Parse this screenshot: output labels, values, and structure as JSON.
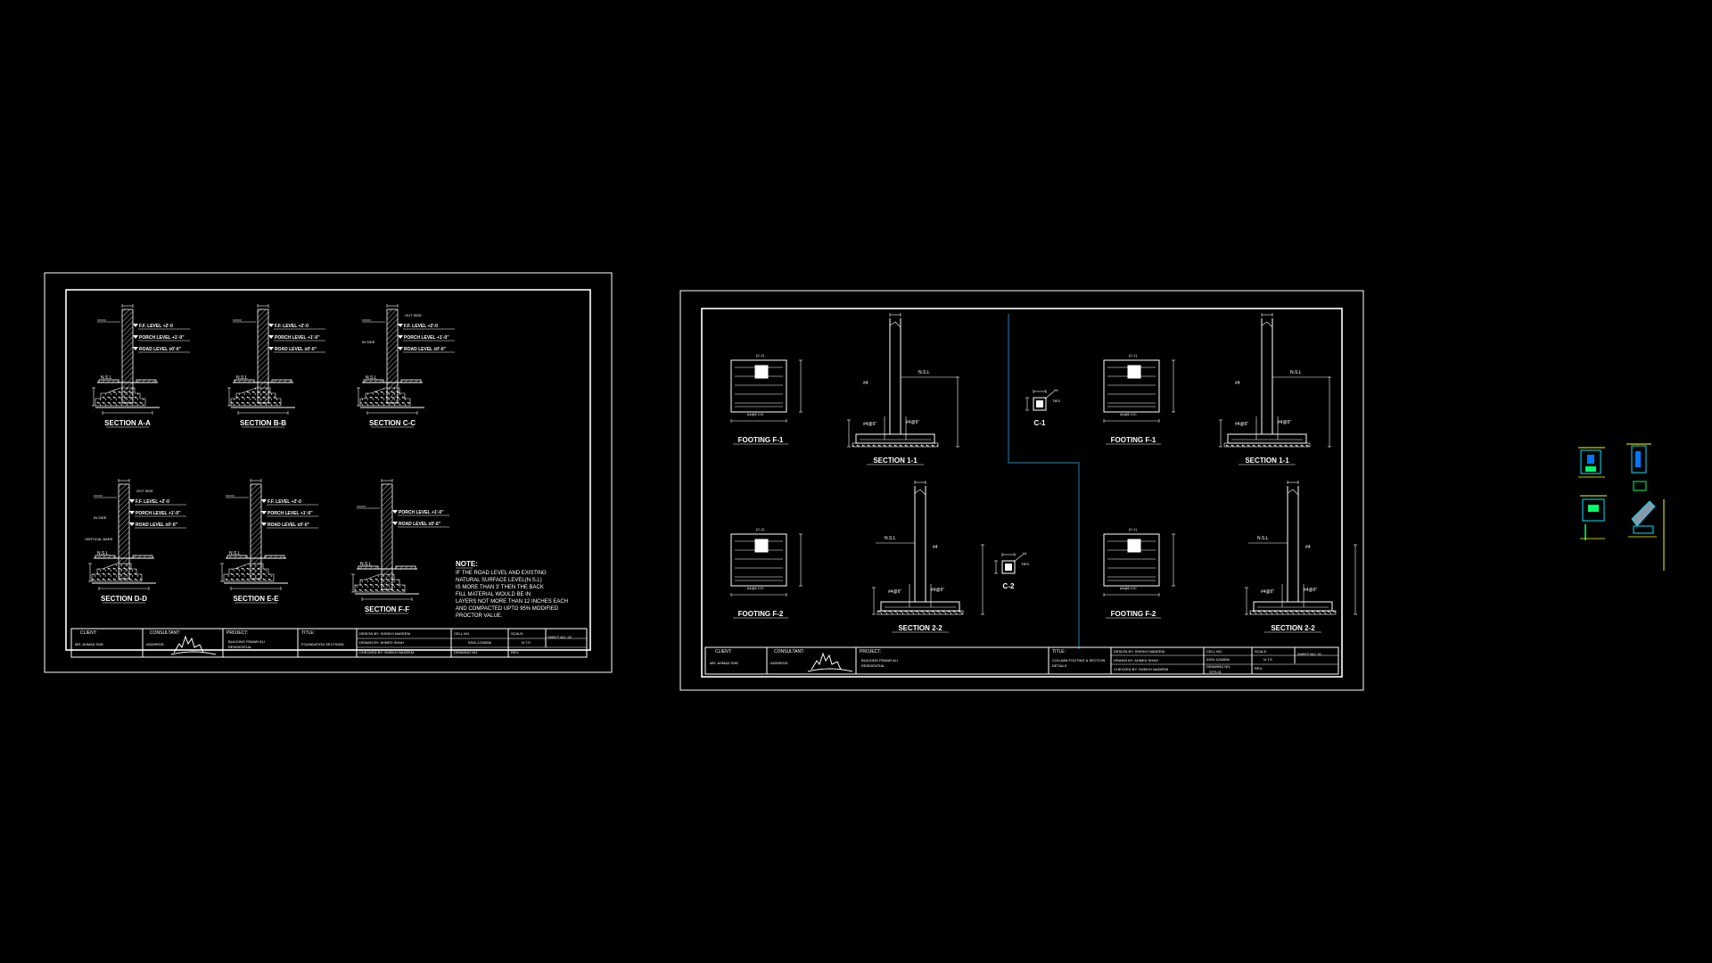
{
  "sheet1": {
    "levels": {
      "ff": "F.F. LEVEL +2'-0",
      "porch": "PORCH LEVEL +1'-0\"",
      "road": "ROAD LEVEL ±0'-0\""
    },
    "nsl": "N.S.L",
    "outside": "OUT SIDE",
    "inside": "IN SIDE",
    "vertical_bars": "VERTICAL BARS",
    "sections": [
      "SECTION A-A",
      "SECTION B-B",
      "SECTION C-C",
      "SECTION D-D",
      "SECTION E-E",
      "SECTION F-F"
    ],
    "note_title": "NOTE:",
    "note_lines": [
      "IF THE ROAD LEVEL AND EXISTING",
      "NATURAL SURFACE LEVEL(N.S.L)",
      "IS MORE THAN 3' THEN THE BACK",
      "FILL MATERIAL WOULD BE IN",
      "LAYERS NOT MORE THAN 12 INCHES EACH",
      "AND COMPACTED UPTO 95% MODIFIED",
      "PROCTOR VALUE."
    ],
    "titleblock": {
      "client_h": "CLIENT:",
      "client_v": "MR. AHMAD SHE",
      "consultant_h": "CONSULTANT:",
      "address": "ADDRESS:",
      "project_h": "PROJECT:",
      "project_v1": "BUILDING FEMAR ALI",
      "project_v2": "RESIDENTIAL",
      "title_h": "TITLE:",
      "title_v": "FOUNDATION SECTIONS",
      "design": "DESIGN BY: SHEIKH NADEEM",
      "drawn": "DRAWN BY: AHMED SHAH",
      "checked": "CHECKED BY: SHEIKH NADEEM",
      "cell": "CELL NO.",
      "cell_v": "0300-1234556",
      "drawing": "DRAWING NO.",
      "scale": "SCALE:",
      "scale_v": "N.T.S",
      "rev": "REV:",
      "sheet": "SHEET NO. 02"
    }
  },
  "sheet2": {
    "footing_f1": "FOOTING F-1",
    "footing_f2": "FOOTING F-2",
    "section_11": "SECTION 1-1",
    "section_22": "SECTION 2-2",
    "c1": "C-1",
    "c2": "C-2",
    "col_c1": "(C-1)",
    "col_c2": "(C-2)",
    "nsl": "N.S.L",
    "bar4": "#4",
    "bar46": "#4@6\"",
    "titleblock": {
      "client_h": "CLIENT:",
      "client_v": "MR. AHMAD SHE",
      "consultant_h": "CONSULTANT:",
      "address": "ADDRESS:",
      "project_h": "PROJECT:",
      "project_v1": "BUILDING FEMAR ALI",
      "project_v2": "RESIDENTIAL",
      "title_h": "TITLE:",
      "title_v1": "COLUMN FOOTING & SECTION",
      "title_v2": "DETAILS",
      "design": "DESIGN BY: SHEIKH NADEEM",
      "drawn": "DRAWN BY: AHMED SHAH",
      "checked": "CHECKED BY: SHEIKH NADEEM",
      "cell": "CELL NO.",
      "cell_v": "0300-1234556",
      "drawing": "DRAWING NO.",
      "drawing_v": "STR-01",
      "scale": "SCALE:",
      "scale_v": "N.T.S",
      "rev": "REV:",
      "sheet": "SHEET NO. 01"
    }
  },
  "colors": {
    "background": "#000000",
    "lines": "#ffffff",
    "divider": "#1a5a7a",
    "cyan": "#00e5ff",
    "yellow": "#ffff00",
    "green": "#00ff66"
  }
}
